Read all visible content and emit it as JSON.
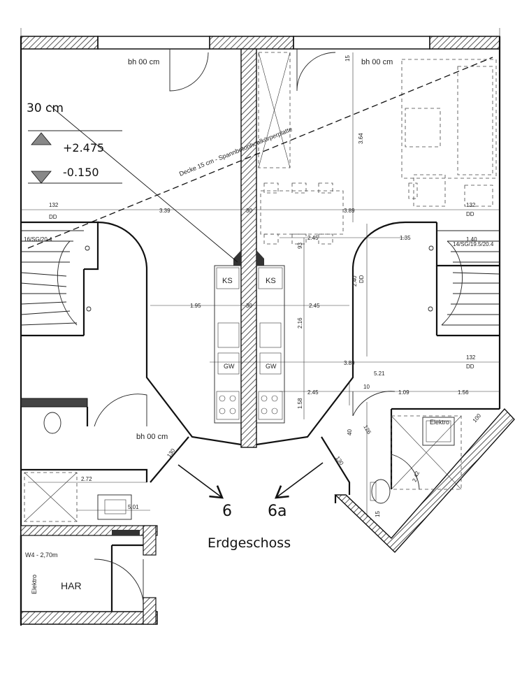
{
  "plan_title": "Erdgeschoss",
  "units": {
    "left": "6",
    "right": "6a"
  },
  "ceiling_note": "Decke 15 cm - Spannbetonhohlkörperplatte",
  "level_marker": {
    "thickness": "30 cm",
    "upper": "+2.475",
    "lower": "-0.150"
  },
  "rooms": {
    "har": "HAR",
    "elektro_left": "Elektro",
    "elektro_right": "Elektro",
    "storage_height": "W4 - 2,70m",
    "parapet_left": "bh 00 cm",
    "parapet_right": "bh 00 cm",
    "parapet_entry": "bh 00 cm"
  },
  "appliances": {
    "fridge_left": "KS",
    "fridge_right": "KS",
    "dishwasher_left": "GW",
    "dishwasher_right": "GW"
  },
  "dimensions": {
    "d132_left": "132",
    "dd_left": "DD",
    "d339": "3.39",
    "d30_top": "30",
    "d389_top": "3.89",
    "d132_right": "132",
    "dd_right": "DD",
    "d245_top": "2.45",
    "d135": "1.35",
    "d140": "1.40",
    "stair_left": "16/SG/20.4",
    "stair_right": "14/SG/19.5/20.4",
    "d195": "1.95",
    "d30_mid": "30",
    "d245_mid": "2.45",
    "d216": "2.16",
    "d240": "2.40",
    "d364": "3.64",
    "d93": "93",
    "d15": "15",
    "dd_vert": "DD",
    "d389_mid": "3.89",
    "d132_mid": "132",
    "dd_mid": "DD",
    "d521": "5.21",
    "d245_low": "2.45",
    "d158": "1.58",
    "d10": "10",
    "d109": "1.09",
    "d156": "1.56",
    "d130_left": "130",
    "d130_right": "130",
    "d272": "2.72",
    "d501": "5.01",
    "d126": "126",
    "d40": "40",
    "d242": "2.42",
    "d100": "100",
    "d15b": "15"
  }
}
